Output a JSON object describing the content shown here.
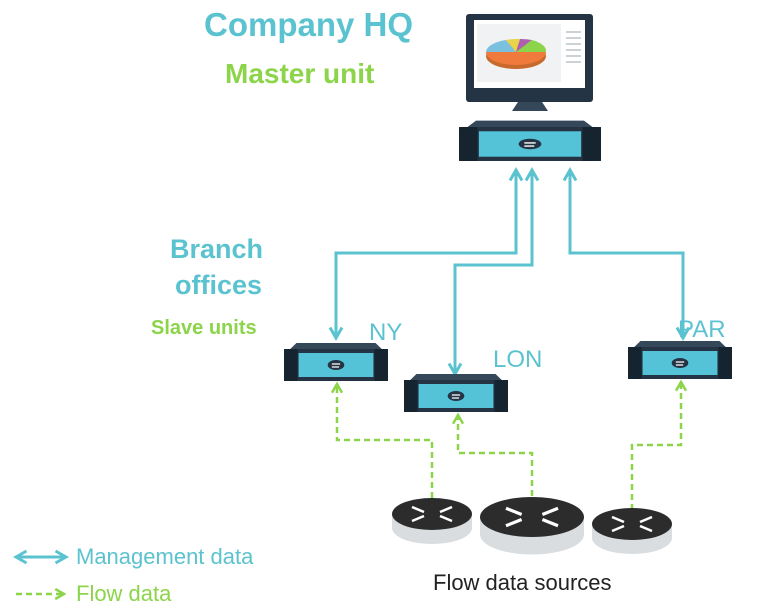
{
  "hq": {
    "title": "Company HQ",
    "subtitle": "Master unit"
  },
  "branch": {
    "line1": "Branch",
    "line2": "offices",
    "subtitle": "Slave units"
  },
  "cities": [
    "NY",
    "LON",
    "PAR"
  ],
  "sources_label": "Flow data sources",
  "legend": {
    "management": "Management data",
    "flow": "Flow data"
  },
  "colors": {
    "management": "#5bc3cf",
    "flow": "#8cd44a",
    "device": "#243444",
    "accent": "#54c3d8"
  },
  "icons": [
    "monitor-icon",
    "pie-chart-icon",
    "server-icon",
    "router-icon",
    "arrow-icon"
  ]
}
